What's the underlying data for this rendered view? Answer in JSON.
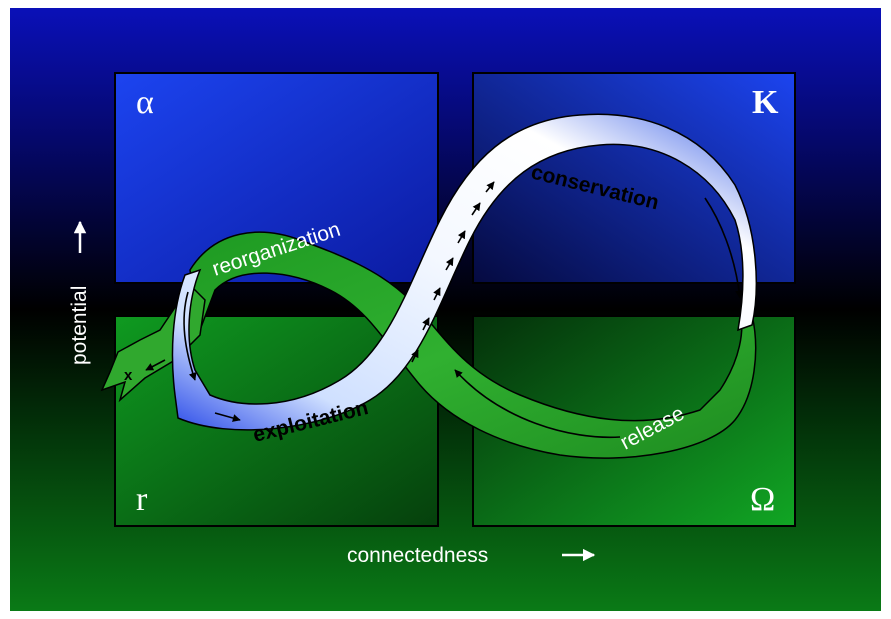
{
  "quadrants": {
    "alpha": "α",
    "k": "K",
    "r": "r",
    "omega": "Ω"
  },
  "phases": {
    "reorganization": "reorganization",
    "conservation": "conservation",
    "exploitation": "exploitation",
    "release": "release",
    "exit": "x"
  },
  "axes": {
    "x": "connectedness",
    "y": "potential"
  },
  "colors": {
    "top_blue": "#1010c0",
    "panel_blue": "#1a3fe0",
    "panel_green": "#0d8a1c",
    "band_green": "#2aa82a",
    "band_light": "#e8f2ff",
    "band_blue": "#3050e0"
  }
}
